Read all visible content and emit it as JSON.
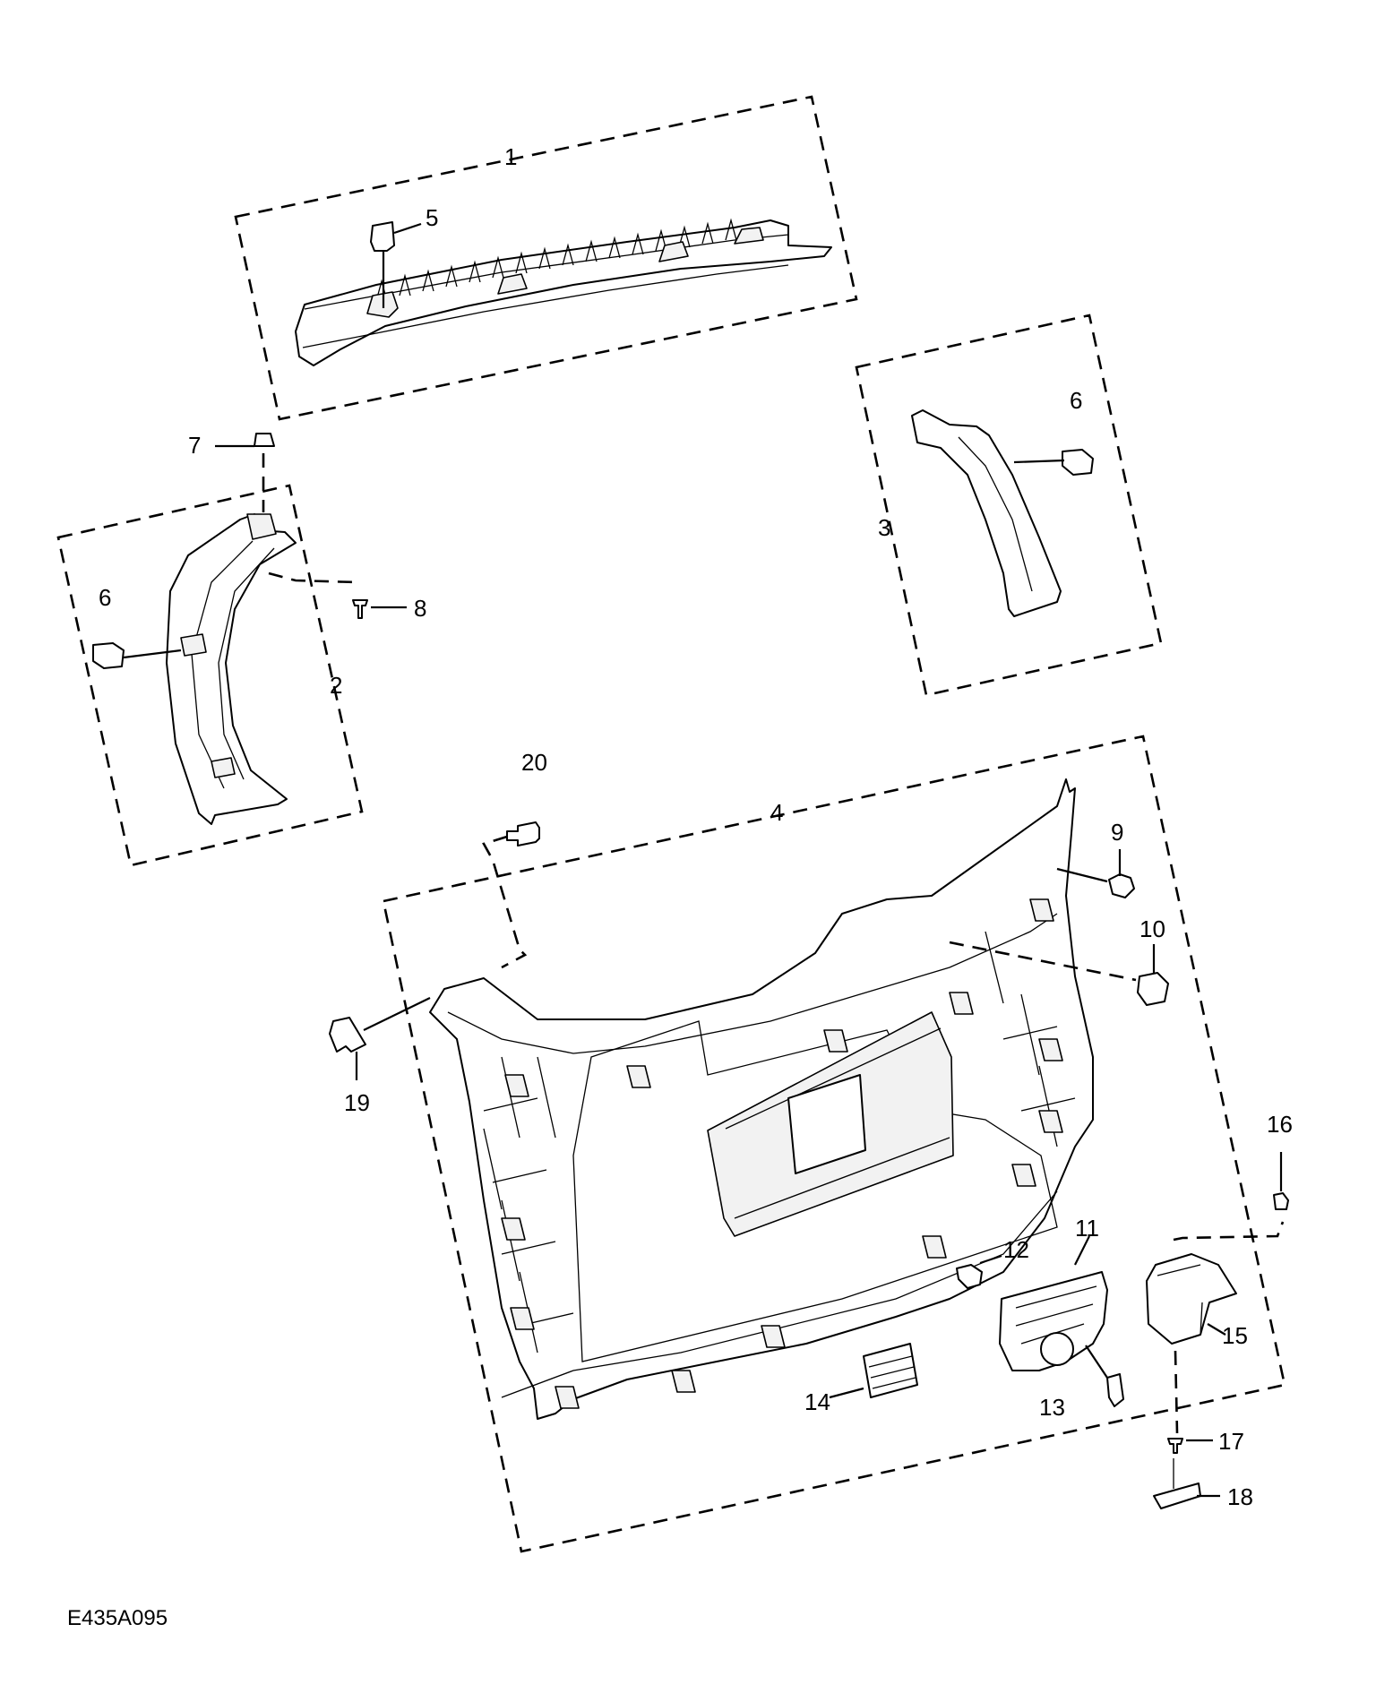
{
  "diagram": {
    "reference_code": "E435A095",
    "callouts": [
      {
        "id": "1",
        "label": "1"
      },
      {
        "id": "2",
        "label": "2"
      },
      {
        "id": "3",
        "label": "3"
      },
      {
        "id": "4",
        "label": "4"
      },
      {
        "id": "5",
        "label": "5"
      },
      {
        "id": "6a",
        "label": "6"
      },
      {
        "id": "6b",
        "label": "6"
      },
      {
        "id": "7",
        "label": "7"
      },
      {
        "id": "8",
        "label": "8"
      },
      {
        "id": "9",
        "label": "9"
      },
      {
        "id": "10",
        "label": "10"
      },
      {
        "id": "11",
        "label": "11"
      },
      {
        "id": "12",
        "label": "12"
      },
      {
        "id": "13",
        "label": "13"
      },
      {
        "id": "14",
        "label": "14"
      },
      {
        "id": "15",
        "label": "15"
      },
      {
        "id": "16",
        "label": "16"
      },
      {
        "id": "17",
        "label": "17"
      },
      {
        "id": "18",
        "label": "18"
      },
      {
        "id": "19",
        "label": "19"
      },
      {
        "id": "20",
        "label": "20"
      }
    ]
  }
}
